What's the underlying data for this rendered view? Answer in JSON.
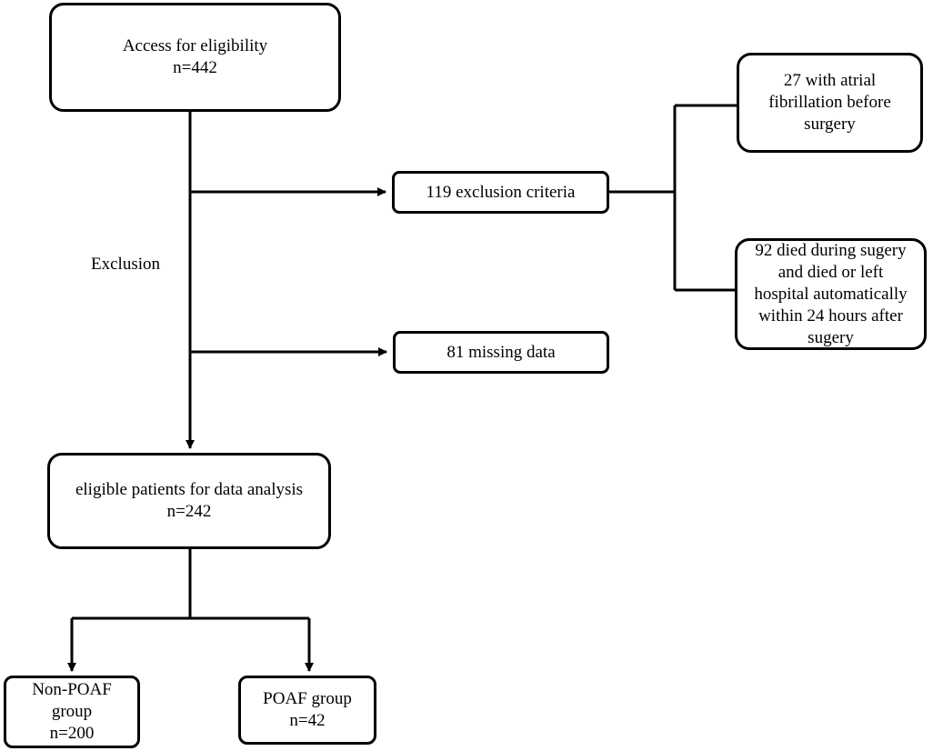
{
  "boxes": {
    "access": {
      "line1": "Access for eligibility",
      "line2": "n=442"
    },
    "exclusion_criteria": {
      "line1": "119 exclusion criteria"
    },
    "af_before": {
      "line1": "27 with atrial",
      "line2": "fibrillation before",
      "line3": "surgery"
    },
    "died": {
      "line1": "92 died during sugery",
      "line2": "and died  or left",
      "line3": "hospital automatically",
      "line4": "within 24 hours after",
      "line5": "sugery"
    },
    "missing": {
      "line1": "81 missing data"
    },
    "eligible": {
      "line1": "eligible patients for data analysis",
      "line2": "n=242"
    },
    "non_poaf": {
      "line1": "Non-POAF",
      "line2": "group",
      "line3": "n=200"
    },
    "poaf": {
      "line1": "POAF group",
      "line2": "n=42"
    }
  },
  "labels": {
    "exclusion": "Exclusion"
  },
  "colors": {
    "stroke": "#000000",
    "background": "#ffffff"
  }
}
